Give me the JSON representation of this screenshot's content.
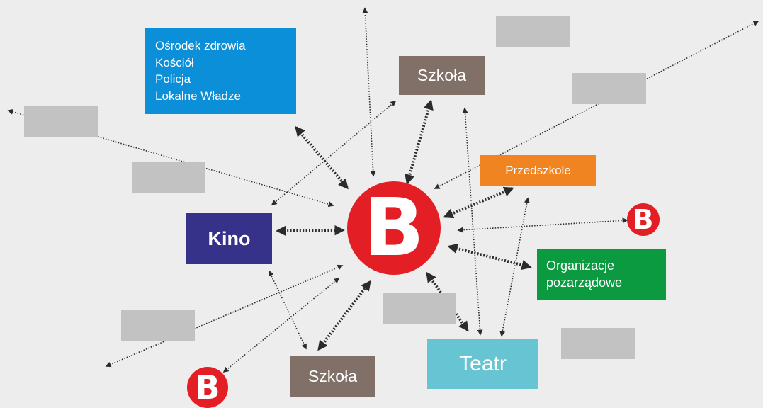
{
  "colors": {
    "background": "#ededed",
    "institutions_box": "#0a8fd8",
    "school": "#807068",
    "kindergarten": "#ef8420",
    "cinema": "#363189",
    "ngo": "#0b9a3f",
    "theatre": "#66c4d3",
    "library_badge": "#e31e24",
    "placeholder": "#c2c2c2",
    "connector": "#2b2b2b"
  },
  "center": {
    "letter": "B",
    "icon": "library-logo-b"
  },
  "badges": [
    {
      "letter": "B"
    },
    {
      "letter": "B"
    }
  ],
  "institutions": {
    "lines": [
      "Ośrodek zdrowia",
      "Kościół",
      "Policja",
      "Lokalne Władze"
    ]
  },
  "nodes": {
    "school_top": "Szkoła",
    "school_bottom": "Szkoła",
    "kindergarten": "Przedszkole",
    "cinema": "Kino",
    "ngo": "Organizacje\npozarządowe",
    "theatre": "Teatr"
  },
  "placeholders_count": 7
}
